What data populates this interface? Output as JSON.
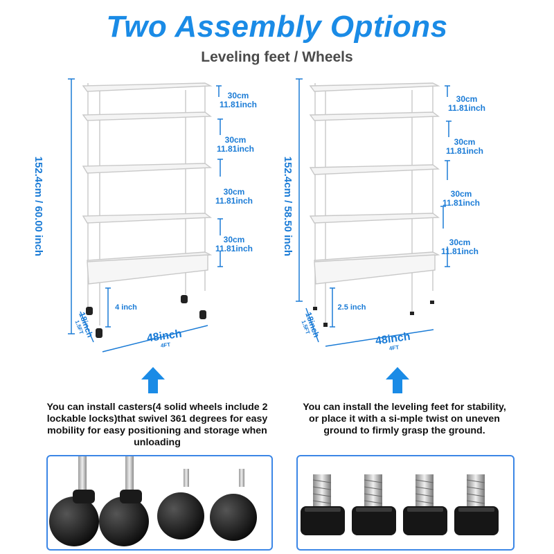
{
  "header": {
    "title": "Two Assembly Options",
    "subtitle": "Leveling feet / Wheels"
  },
  "left_option": {
    "shelf_spacings": [
      {
        "cm": "30cm",
        "inch": "11.81inch"
      },
      {
        "cm": "30cm",
        "inch": "11.81inch"
      },
      {
        "cm": "30cm",
        "inch": "11.81inch"
      },
      {
        "cm": "30cm",
        "inch": "11.81inch"
      }
    ],
    "height": "152.4cm / 60.00 inch",
    "clearance": "4 inch",
    "width": "48inch",
    "width_ft": "4FT",
    "depth": "18inch",
    "depth_ft": "1.5FT",
    "description": "You can install casters(4 solid wheels include 2 lockable locks)that swivel 361 degrees for easy mobility for easy positioning and storage when unloading"
  },
  "right_option": {
    "shelf_spacings": [
      {
        "cm": "30cm",
        "inch": "11.81inch"
      },
      {
        "cm": "30cm",
        "inch": "11.81inch"
      },
      {
        "cm": "30cm",
        "inch": "11.81inch"
      },
      {
        "cm": "30cm",
        "inch": "11.81inch"
      }
    ],
    "height": "152.4cm / 58.50 inch",
    "clearance": "2.5 inch",
    "width": "48inch",
    "width_ft": "4FT",
    "depth": "18inch",
    "depth_ft": "1.5FT",
    "description": "You can install the leveling feet for stability, or place it with a si-mple twist on uneven ground to firmly grasp the ground."
  },
  "colors": {
    "accent": "#1a8be6",
    "dimension": "#1a7bd6",
    "frame_border": "#3b86e6"
  }
}
